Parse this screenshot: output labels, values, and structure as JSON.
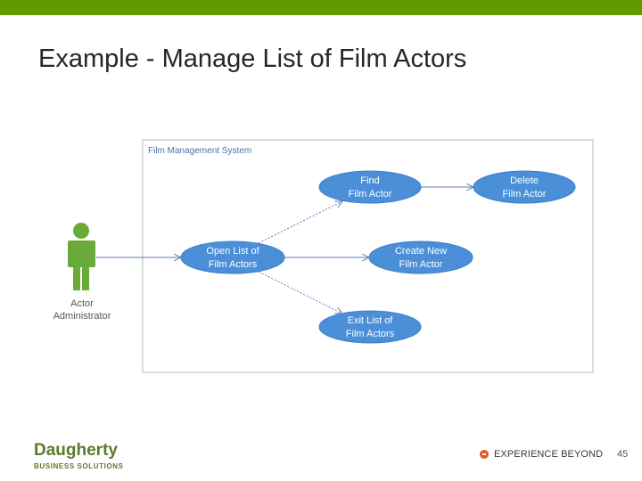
{
  "slide": {
    "title": "Example - Manage List of Film Actors",
    "page_number": "45"
  },
  "diagram": {
    "system_label": "Film Management System",
    "actor": {
      "line1": "Actor",
      "line2": "Administrator"
    },
    "use_cases": {
      "find": [
        "Find",
        "Film Actor"
      ],
      "delete": [
        "Delete",
        "Film Actor"
      ],
      "open": [
        "Open List of",
        "Film Actors"
      ],
      "create": [
        "Create New",
        "Film Actor"
      ],
      "exit": [
        "Exit List of",
        "Film Actors"
      ]
    }
  },
  "footer": {
    "logo_name": "Daugherty",
    "logo_sub": "BUSINESS SOLUTIONS",
    "tagline": "EXPERIENCE BEYOND"
  },
  "colors": {
    "top_bar": "#5f9a00",
    "actor": "#6aaa38",
    "use_case": "#4a8fd8",
    "brand_green": "#5a7a2a",
    "tagline_dot": "#e05a2a"
  }
}
